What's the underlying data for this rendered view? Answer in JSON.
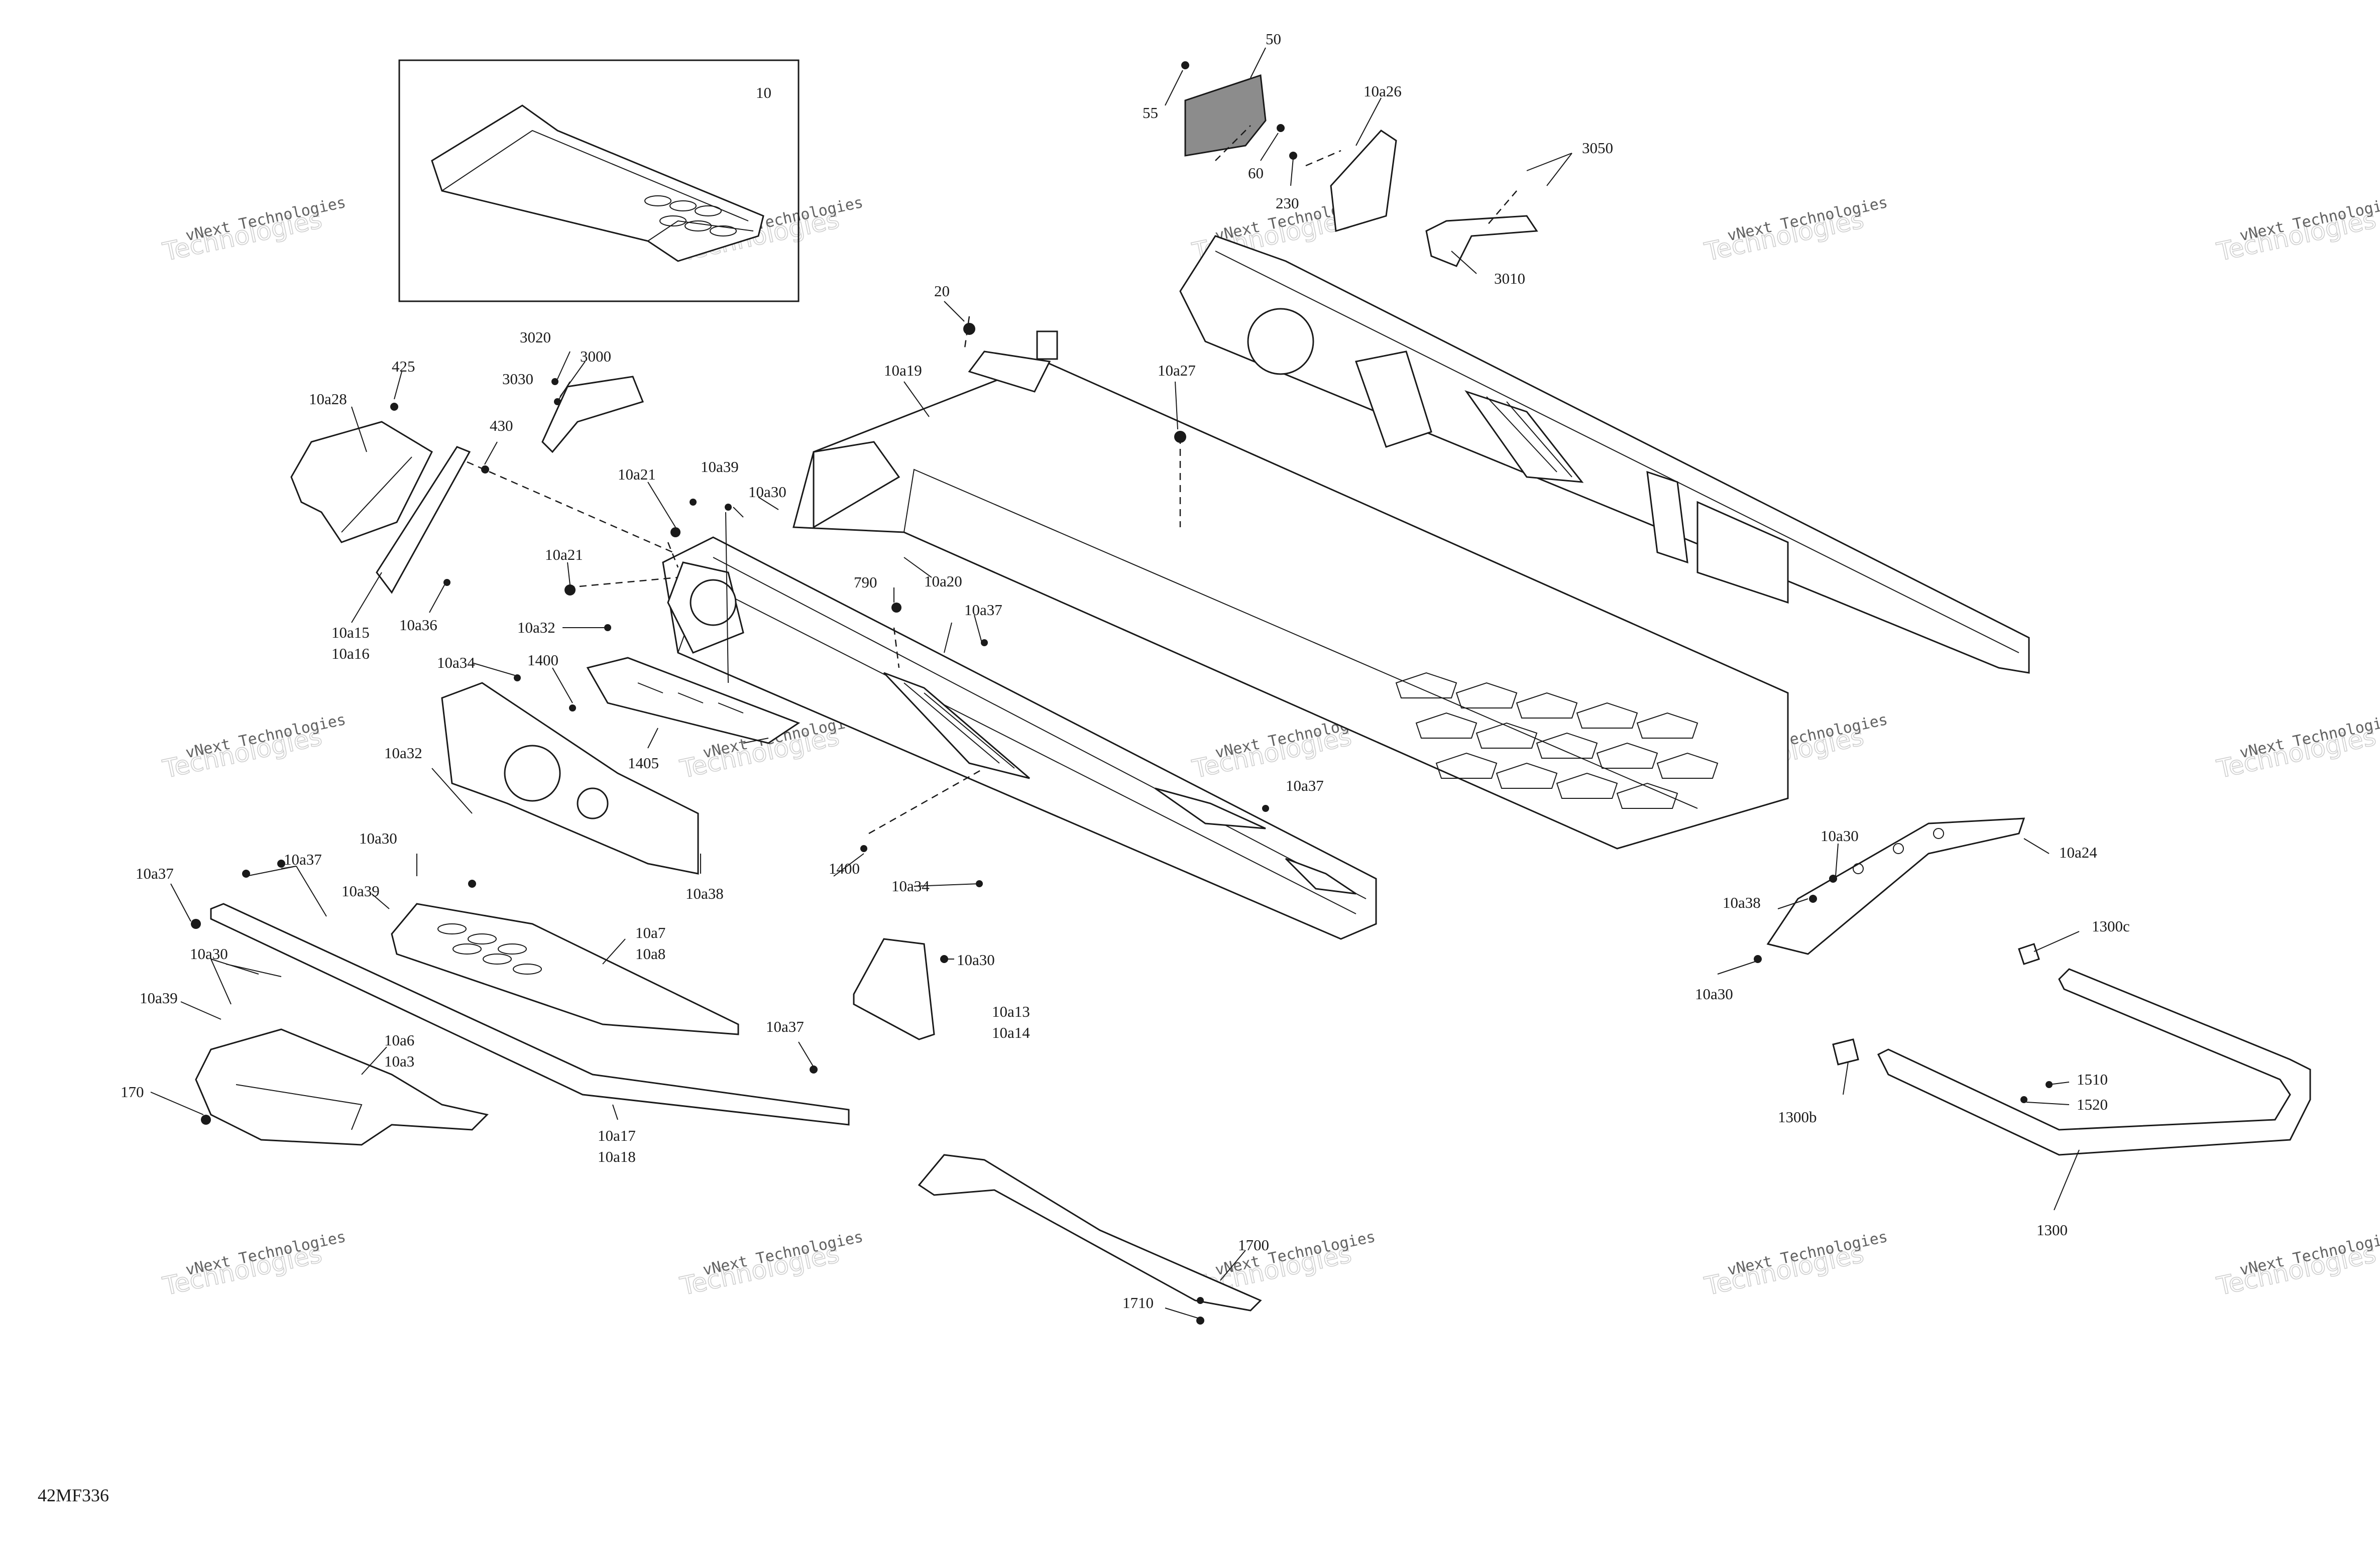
{
  "document_code": "42MF336",
  "watermark": {
    "line1": "vNext Technologies",
    "line2": "Technologies"
  },
  "callouts": {
    "c10": "10",
    "c20": "20",
    "c50": "50",
    "c55": "55",
    "c60": "60",
    "c170": "170",
    "c230": "230",
    "c425": "425",
    "c430": "430",
    "c790": "790",
    "c1300": "1300",
    "c1300b": "1300b",
    "c1300c": "1300c",
    "c1400a": "1400",
    "c1400b": "1400",
    "c1405": "1405",
    "c1510": "1510",
    "c1520": "1520",
    "c1700": "1700",
    "c1710": "1710",
    "c3000": "3000",
    "c3010": "3010",
    "c3020": "3020",
    "c3030": "3030",
    "c3050": "3050",
    "c10a3": "10a3",
    "c10a6": "10a6",
    "c10a7": "10a7",
    "c10a8": "10a8",
    "c10a13": "10a13",
    "c10a14": "10a14",
    "c10a15": "10a15",
    "c10a16": "10a16",
    "c10a17": "10a17",
    "c10a18": "10a18",
    "c10a19": "10a19",
    "c10a20": "10a20",
    "c10a21a": "10a21",
    "c10a21b": "10a21",
    "c10a24": "10a24",
    "c10a26": "10a26",
    "c10a27": "10a27",
    "c10a28": "10a28",
    "c10a30a": "10a30",
    "c10a30b": "10a30",
    "c10a30c": "10a30",
    "c10a30d": "10a30",
    "c10a30e": "10a30",
    "c10a30f": "10a30",
    "c10a32a": "10a32",
    "c10a32b": "10a32",
    "c10a34a": "10a34",
    "c10a34b": "10a34",
    "c10a36": "10a36",
    "c10a37a": "10a37",
    "c10a37b": "10a37",
    "c10a37c": "10a37",
    "c10a37d": "10a37",
    "c10a37e": "10a37",
    "c10a38a": "10a38",
    "c10a38b": "10a38",
    "c10a39a": "10a39",
    "c10a39b": "10a39",
    "c10a39c": "10a39"
  }
}
